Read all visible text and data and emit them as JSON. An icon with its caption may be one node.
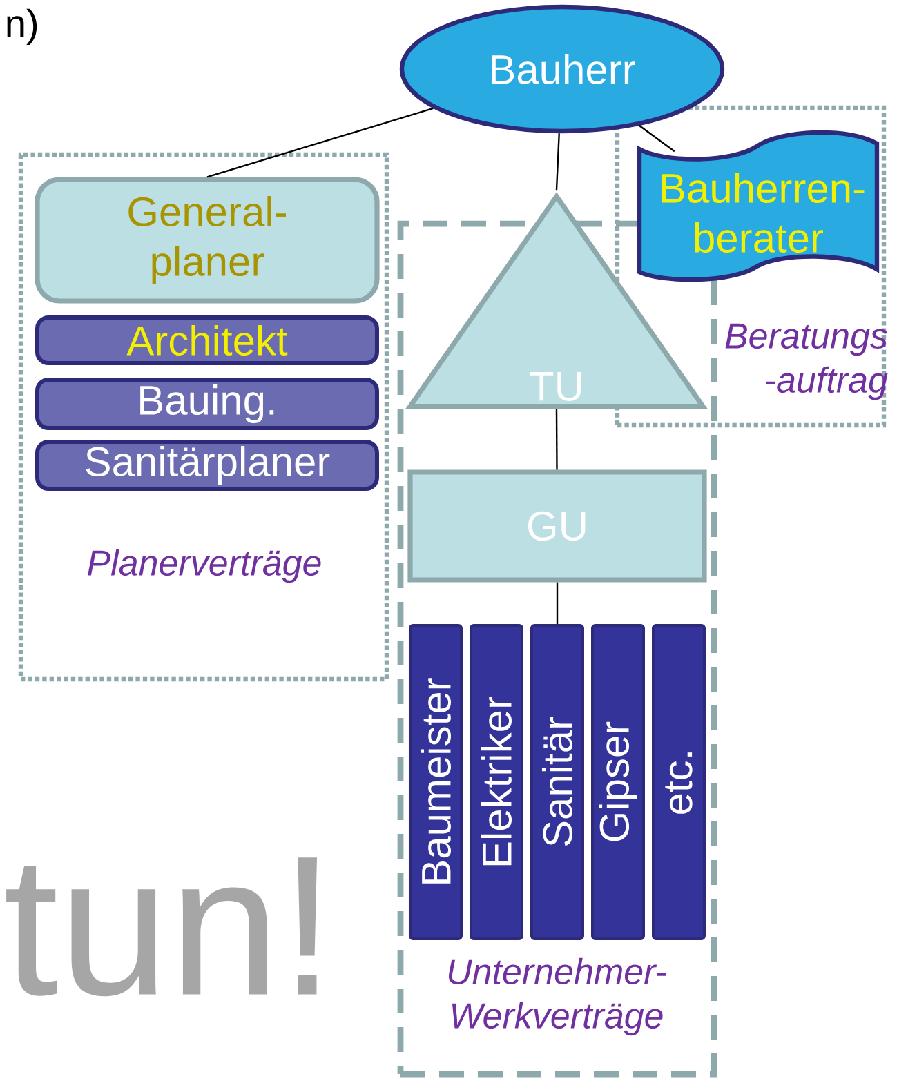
{
  "diagram": {
    "nodes": [
      {
        "text": [
          "Bauherr"
        ]
      },
      {
        "text": [
          "Planerverträge"
        ]
      },
      {
        "text": [
          "General- planer"
        ],
        "in": 1
      },
      {
        "text": [
          "Architekt"
        ],
        "in": 1
      },
      {
        "text": [
          "Bauing."
        ],
        "in": 1
      },
      {
        "text": [
          "Sanitärplaner"
        ],
        "in": 1
      },
      {
        "text": [
          "Beratungs -auftrag"
        ]
      },
      {
        "text": [
          "Bauherren- berater"
        ],
        "in": 6
      },
      {
        "text": [
          "Unternehmer- Werkverträge"
        ]
      },
      {
        "text": [
          "TU"
        ],
        "in": 8
      },
      {
        "text": [
          "GU"
        ],
        "in": 8
      },
      {
        "text": [
          "Baumeister"
        ],
        "in": 8
      },
      {
        "text": [
          "Elektriker"
        ],
        "in": 8
      },
      {
        "text": [
          "Sanitär"
        ],
        "in": 8
      },
      {
        "text": [
          "Gipser"
        ],
        "in": 8
      },
      {
        "text": [
          "etc."
        ],
        "in": 8
      }
    ],
    "edges": [
      {
        "from": 0,
        "to": 2,
        "arrow": "none"
      },
      {
        "from": 0,
        "to": 9,
        "arrow": "none"
      },
      {
        "from": 0,
        "to": 7,
        "arrow": "none"
      },
      {
        "from": 9,
        "to": 10,
        "arrow": "none"
      },
      {
        "from": 10,
        "to": 13,
        "arrow": "none"
      }
    ],
    "labels": [
      "n)",
      "tun!"
    ]
  }
}
